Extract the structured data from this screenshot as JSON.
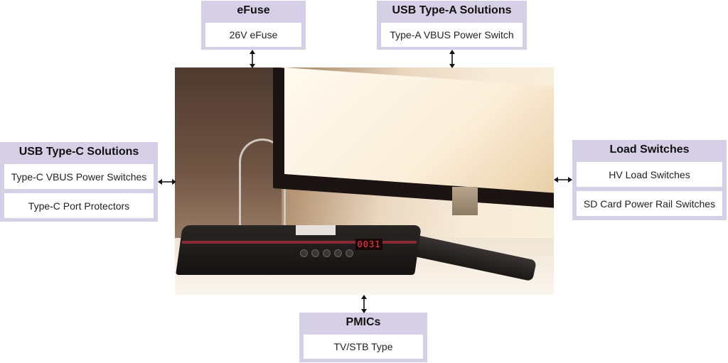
{
  "groups": {
    "efuse": {
      "title": "eFuse",
      "items": [
        "26V eFuse"
      ]
    },
    "usb_a": {
      "title": "USB Type-A Solutions",
      "items": [
        "Type-A VBUS Power Switch"
      ]
    },
    "usb_c": {
      "title": "USB Type-C Solutions",
      "items": [
        "Type-C VBUS Power Switches",
        "Type-C Port Protectors"
      ]
    },
    "load_switches": {
      "title": "Load Switches",
      "items": [
        "HV Load Switches",
        "SD Card Power Rail Switches"
      ]
    },
    "pmics": {
      "title": "PMICs",
      "items": [
        "TV/STB Type"
      ]
    }
  },
  "photo": {
    "stb_display": "0031",
    "arrow_color": "#111111",
    "box_color": "#d6d0e6"
  }
}
